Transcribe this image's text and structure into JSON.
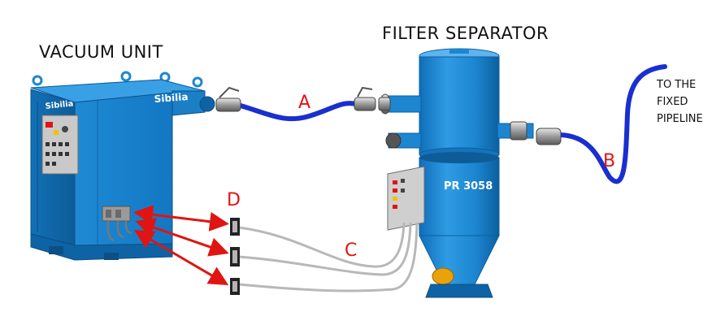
{
  "labels": {
    "vacuum_unit": "VACUUM UNIT",
    "filter_separator": "FILTER SEPARATOR",
    "hose_a": "A",
    "hose_b": "B",
    "cables_c": "C",
    "connectors_d": "D",
    "pipeline_note": [
      "TO THE",
      "FIXED",
      "PIPELINE"
    ]
  },
  "branding": {
    "logo_left": "Sibilia",
    "logo_right": "Sibilia",
    "model": "PR 3058"
  },
  "colors": {
    "machine_blue": "#1c86d0",
    "hose_blue": "#1a2fd0",
    "arrow_red": "#e11414",
    "cable_grey": "#b8b8b8"
  }
}
